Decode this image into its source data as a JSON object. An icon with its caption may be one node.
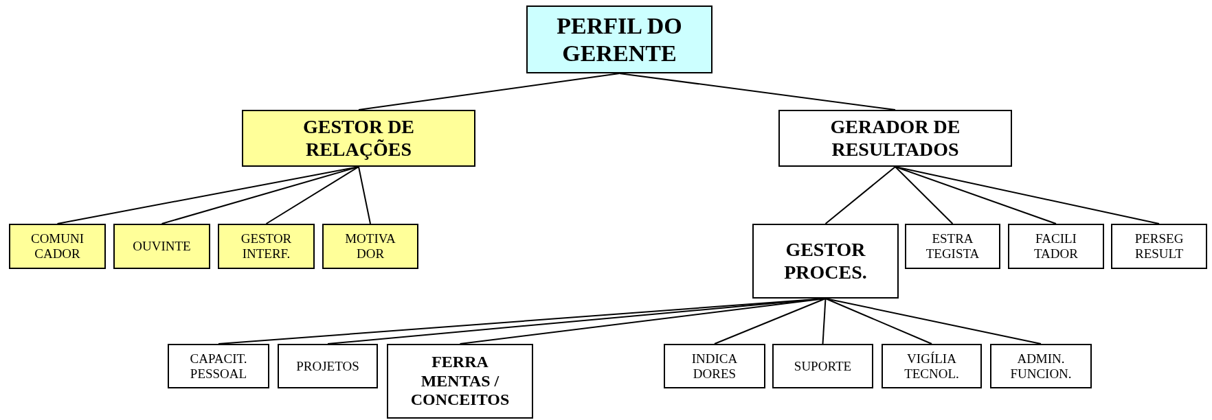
{
  "diagram": {
    "nodes": [
      {
        "text": [
          "PERFIL DO GERENTE"
        ]
      },
      {
        "text": [
          "GESTOR DE RELAÇÕES"
        ]
      },
      {
        "text": [
          "GERADOR DE RESULTADOS"
        ]
      },
      {
        "text": [
          "COMUNI CADOR"
        ]
      },
      {
        "text": [
          "OUVINTE"
        ]
      },
      {
        "text": [
          "GESTOR INTERF."
        ]
      },
      {
        "text": [
          "MOTIVA DOR"
        ]
      },
      {
        "text": [
          "GESTOR PROCES."
        ]
      },
      {
        "text": [
          "ESTRA TEGISTA"
        ]
      },
      {
        "text": [
          "FACILI TADOR"
        ]
      },
      {
        "text": [
          "PERSEG RESULT"
        ]
      },
      {
        "text": [
          "CAPACIT. PESSOAL"
        ]
      },
      {
        "text": [
          "PROJETOS"
        ]
      },
      {
        "text": [
          "FERRA MENTAS / CONCEITOS"
        ]
      },
      {
        "text": [
          "INDICA DORES"
        ]
      },
      {
        "text": [
          "SUPORTE"
        ]
      },
      {
        "text": [
          "VIGÍLIA TECNOL."
        ]
      },
      {
        "text": [
          "ADMIN. FUNCION."
        ]
      }
    ],
    "edges": [
      {
        "from": 0,
        "to": 1,
        "arrow": "none"
      },
      {
        "from": 0,
        "to": 2,
        "arrow": "none"
      },
      {
        "from": 1,
        "to": 3,
        "arrow": "none"
      },
      {
        "from": 1,
        "to": 4,
        "arrow": "none"
      },
      {
        "from": 1,
        "to": 5,
        "arrow": "none"
      },
      {
        "from": 1,
        "to": 6,
        "arrow": "none"
      },
      {
        "from": 2,
        "to": 7,
        "arrow": "none"
      },
      {
        "from": 2,
        "to": 8,
        "arrow": "none"
      },
      {
        "from": 2,
        "to": 9,
        "arrow": "none"
      },
      {
        "from": 2,
        "to": 10,
        "arrow": "none"
      },
      {
        "from": 7,
        "to": 11,
        "arrow": "none"
      },
      {
        "from": 7,
        "to": 12,
        "arrow": "none"
      },
      {
        "from": 7,
        "to": 13,
        "arrow": "none"
      },
      {
        "from": 7,
        "to": 14,
        "arrow": "none"
      },
      {
        "from": 7,
        "to": 15,
        "arrow": "none"
      },
      {
        "from": 7,
        "to": 16,
        "arrow": "none"
      },
      {
        "from": 7,
        "to": 17,
        "arrow": "none"
      }
    ]
  }
}
